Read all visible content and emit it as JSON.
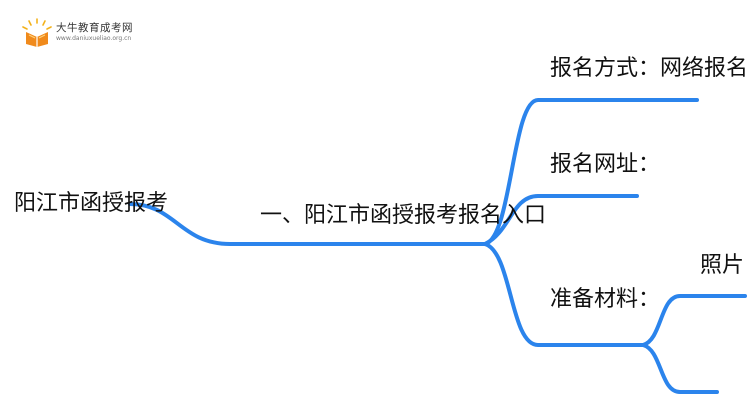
{
  "brand": {
    "name": "大牛教育成考网",
    "url": "www.daniuxueli​ao.org.cn",
    "icon": "book-logo-icon"
  },
  "mindmap": {
    "root": "阳江市函授报考",
    "branch": "一、阳江市函授报考报名入口",
    "children": {
      "method": "报名方式：网络报名",
      "website": "报名网址：",
      "materials": "准备材料：",
      "photo": "照片"
    },
    "line_color": "#2b84ec"
  }
}
